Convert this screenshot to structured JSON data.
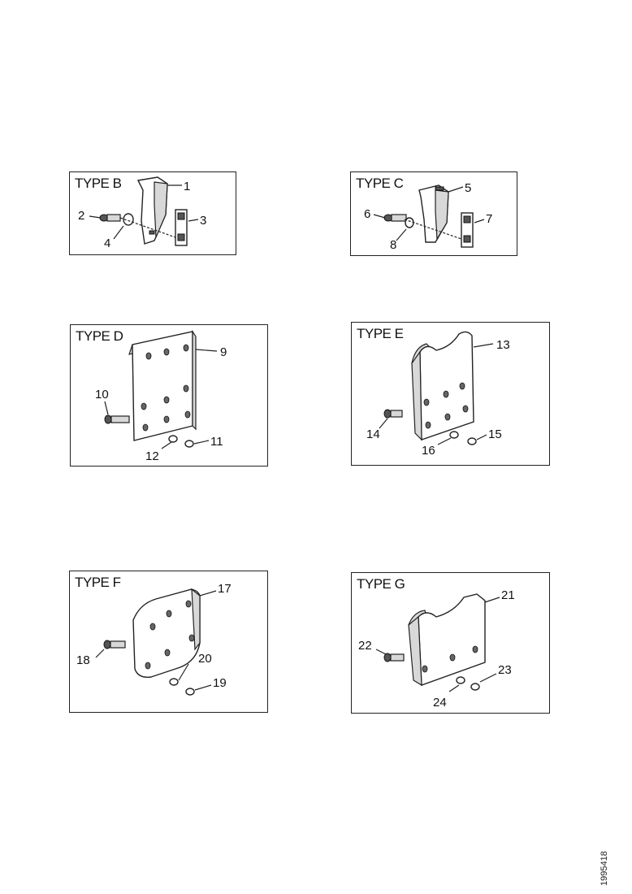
{
  "panels": [
    {
      "title": "TYPE B",
      "callouts": [
        "1",
        "2",
        "3",
        "4"
      ]
    },
    {
      "title": "TYPE C",
      "callouts": [
        "5",
        "6",
        "7",
        "8"
      ]
    },
    {
      "title": "TYPE D",
      "callouts": [
        "9",
        "10",
        "11",
        "12"
      ]
    },
    {
      "title": "TYPE E",
      "callouts": [
        "13",
        "14",
        "15",
        "16"
      ]
    },
    {
      "title": "TYPE F",
      "callouts": [
        "17",
        "18",
        "19",
        "20"
      ]
    },
    {
      "title": "TYPE G",
      "callouts": [
        "21",
        "22",
        "23",
        "24"
      ]
    }
  ],
  "document_code": "1995418"
}
